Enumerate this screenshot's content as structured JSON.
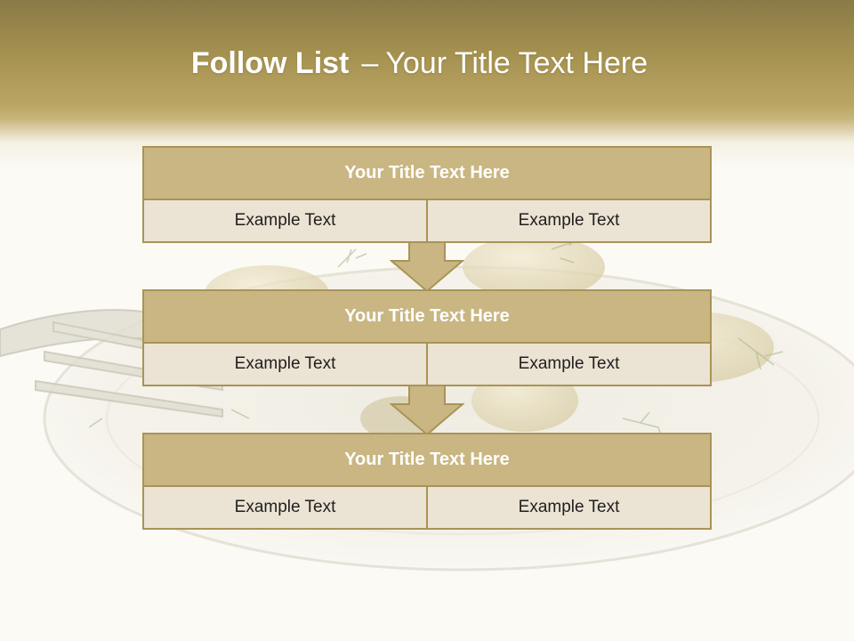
{
  "slide": {
    "title_bold": "Follow List",
    "title_dash": "–",
    "title_rest": "Your Title Text Here"
  },
  "blocks": [
    {
      "title": "Your Title Text Here",
      "cells": [
        "Example Text",
        "Example Text"
      ]
    },
    {
      "title": "Your Title Text Here",
      "cells": [
        "Example Text",
        "Example Text"
      ]
    },
    {
      "title": "Your Title Text Here",
      "cells": [
        "Example Text",
        "Example Text"
      ]
    }
  ],
  "colors": {
    "header_gold": "#a3904f",
    "block_title_fill": "#c9b682",
    "block_cell_fill": "#ebe3d3",
    "border": "#a99457"
  },
  "icons": [
    "down-arrow-icon",
    "fork-icon"
  ]
}
